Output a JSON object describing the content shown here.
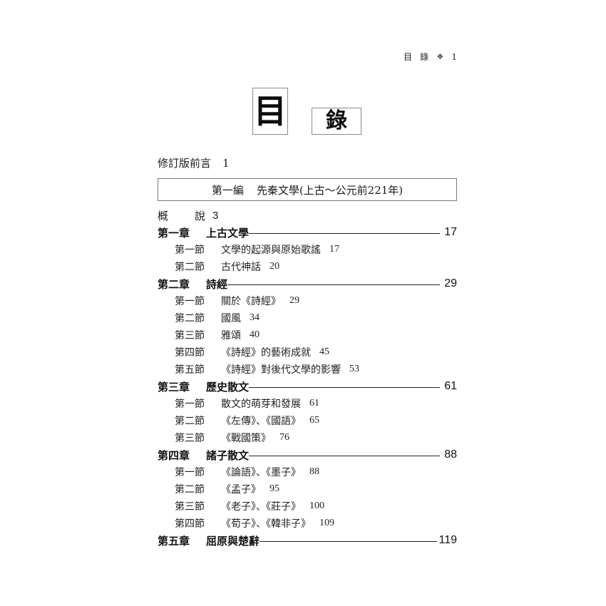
{
  "header": {
    "char1": "目",
    "char2": "錄",
    "ornament": "❖",
    "page_number": "1"
  },
  "title": {
    "char1": "目",
    "char2": "錄"
  },
  "preface": {
    "title": "修訂版前言",
    "page": "1"
  },
  "part": {
    "label": "第一編",
    "title": "先秦文學(上古～公元前221年)"
  },
  "overview": {
    "title_a": "概",
    "title_b": "說",
    "page": "3"
  },
  "chapters": [
    {
      "label": "第一章",
      "title": "上古文學",
      "page": "17",
      "sections": [
        {
          "label": "第一節",
          "title": "文學的起源與原始歌謠",
          "page": "17"
        },
        {
          "label": "第二節",
          "title": "古代神話",
          "page": "20"
        }
      ]
    },
    {
      "label": "第二章",
      "title": "詩經",
      "page": "29",
      "sections": [
        {
          "label": "第一節",
          "title": "關於《詩經》",
          "page": "29"
        },
        {
          "label": "第二節",
          "title": "國風",
          "page": "34"
        },
        {
          "label": "第三節",
          "title": "雅頌",
          "page": "40"
        },
        {
          "label": "第四節",
          "title": "《詩經》的藝術成就",
          "page": "45"
        },
        {
          "label": "第五節",
          "title": "《詩經》對後代文學的影響",
          "page": "53"
        }
      ]
    },
    {
      "label": "第三章",
      "title": "歷史散文",
      "page": "61",
      "sections": [
        {
          "label": "第一節",
          "title": "散文的萌芽和發展",
          "page": "61"
        },
        {
          "label": "第二節",
          "title": "《左傳》、《國語》",
          "page": "65"
        },
        {
          "label": "第三節",
          "title": "《戰國策》",
          "page": "76"
        }
      ]
    },
    {
      "label": "第四章",
      "title": "諸子散文",
      "page": "88",
      "sections": [
        {
          "label": "第一節",
          "title": "《論語》、《墨子》",
          "page": "88"
        },
        {
          "label": "第二節",
          "title": "《孟子》",
          "page": "95"
        },
        {
          "label": "第三節",
          "title": "《老子》、《莊子》",
          "page": "100"
        },
        {
          "label": "第四節",
          "title": "《荀子》、《韓非子》",
          "page": "109"
        }
      ]
    },
    {
      "label": "第五章",
      "title": "屈原與楚辭",
      "page": "119",
      "sections": []
    }
  ]
}
